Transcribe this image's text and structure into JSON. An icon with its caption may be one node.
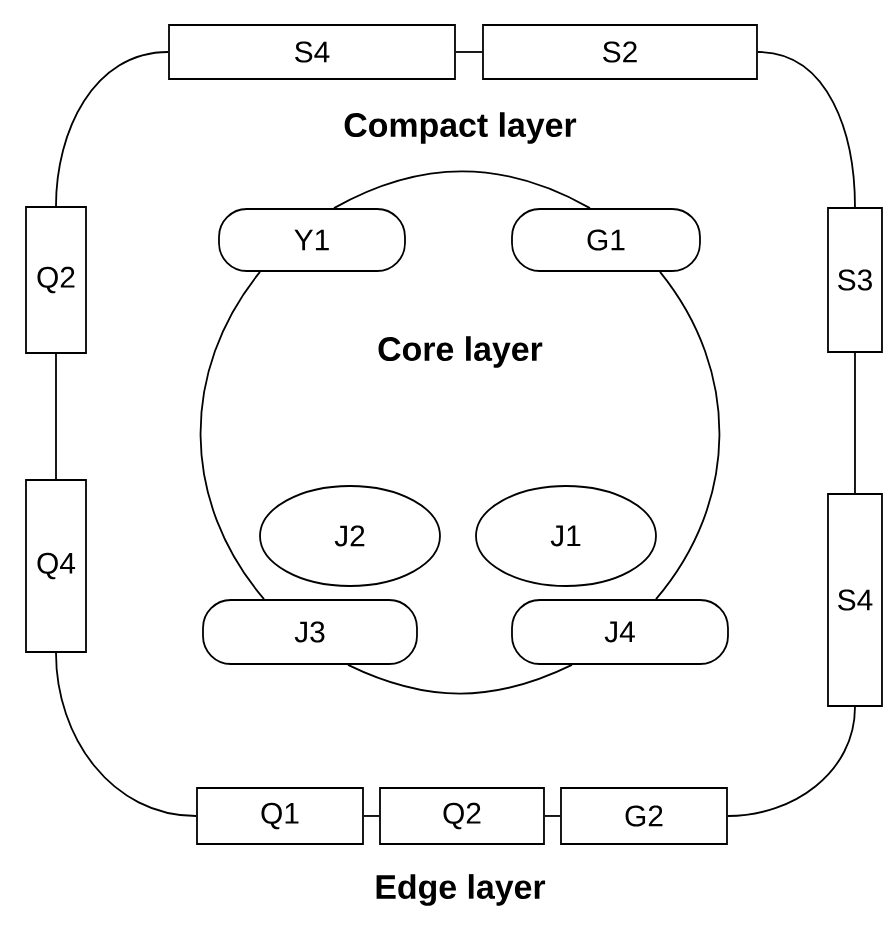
{
  "diagram": {
    "nodes": [
      {
        "text": [
          "S4"
        ]
      },
      {
        "text": [
          "S2"
        ]
      },
      {
        "text": [
          "Q2"
        ]
      },
      {
        "text": [
          "Q4"
        ]
      },
      {
        "text": [
          "S3"
        ]
      },
      {
        "text": [
          "S4"
        ]
      },
      {
        "text": [
          "Q1"
        ]
      },
      {
        "text": [
          "Q2"
        ]
      },
      {
        "text": [
          "G2"
        ]
      },
      {
        "text": [
          "Y1"
        ]
      },
      {
        "text": [
          "G1"
        ]
      },
      {
        "text": [
          "J2"
        ]
      },
      {
        "text": [
          "J1"
        ]
      },
      {
        "text": [
          "J3"
        ]
      },
      {
        "text": [
          "J4"
        ]
      }
    ],
    "edges": [
      {
        "from": 0,
        "to": 1,
        "arrow": "none"
      },
      {
        "from": 1,
        "to": 4,
        "arrow": "none"
      },
      {
        "from": 4,
        "to": 5,
        "arrow": "none"
      },
      {
        "from": 5,
        "to": 8,
        "arrow": "none"
      },
      {
        "from": 8,
        "to": 7,
        "arrow": "none"
      },
      {
        "from": 7,
        "to": 6,
        "arrow": "none"
      },
      {
        "from": 6,
        "to": 3,
        "arrow": "none"
      },
      {
        "from": 3,
        "to": 2,
        "arrow": "none"
      },
      {
        "from": 2,
        "to": 0,
        "arrow": "none"
      },
      {
        "from": 9,
        "to": 10,
        "arrow": "none"
      },
      {
        "from": 10,
        "to": 14,
        "arrow": "none"
      },
      {
        "from": 14,
        "to": 13,
        "arrow": "none"
      },
      {
        "from": 13,
        "to": 9,
        "arrow": "none"
      }
    ],
    "labels": [
      "Compact layer",
      "Core layer",
      "Edge layer"
    ]
  }
}
